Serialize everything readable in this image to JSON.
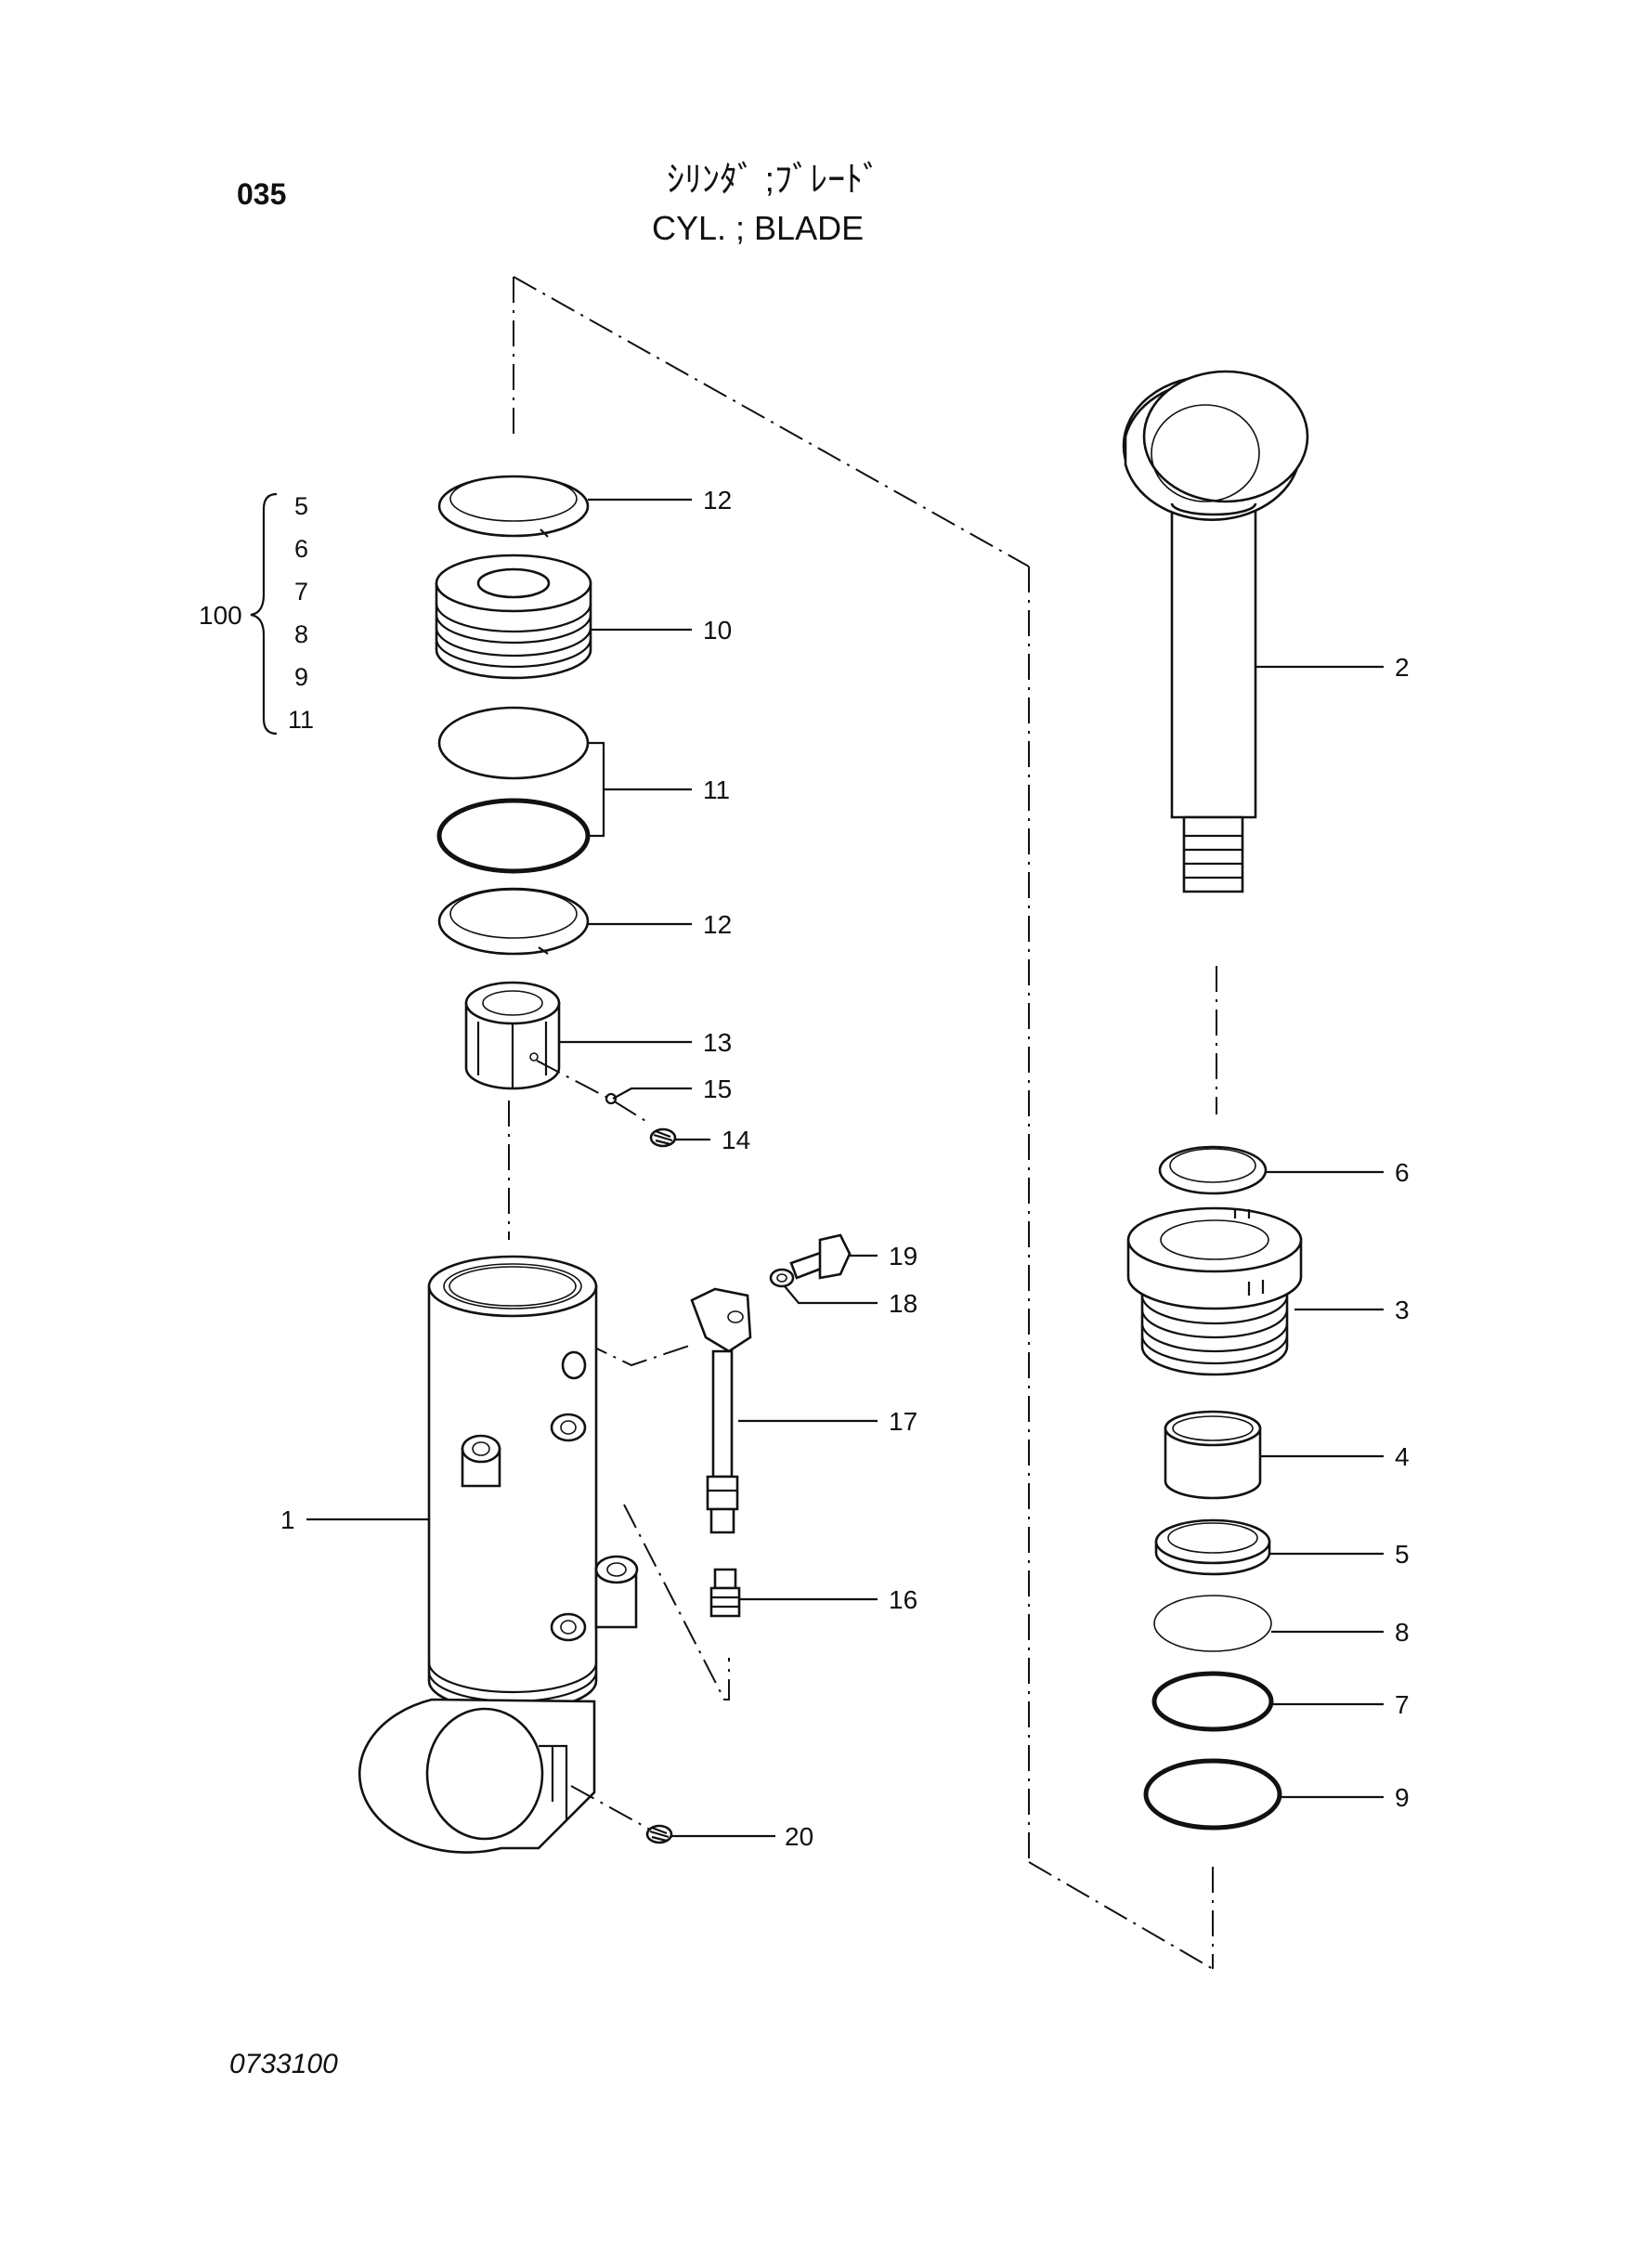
{
  "header": {
    "page_number": "035",
    "title_jp": "ｼﾘﾝﾀﾞ ;ﾌﾞﾚｰﾄﾞ",
    "title_en": "CYL. ; BLADE"
  },
  "footer": {
    "drawing_number": "0733100"
  },
  "kit": {
    "label": "100",
    "items": [
      "5",
      "6",
      "7",
      "8",
      "9",
      "11"
    ]
  },
  "callouts": {
    "c1": "1",
    "c2": "2",
    "c3": "3",
    "c4": "4",
    "c5": "5",
    "c6": "6",
    "c7": "7",
    "c8": "8",
    "c9": "9",
    "c10": "10",
    "c11": "11",
    "c12a": "12",
    "c12b": "12",
    "c13": "13",
    "c14": "14",
    "c15": "15",
    "c16": "16",
    "c17": "17",
    "c18": "18",
    "c19": "19",
    "c20": "20"
  }
}
